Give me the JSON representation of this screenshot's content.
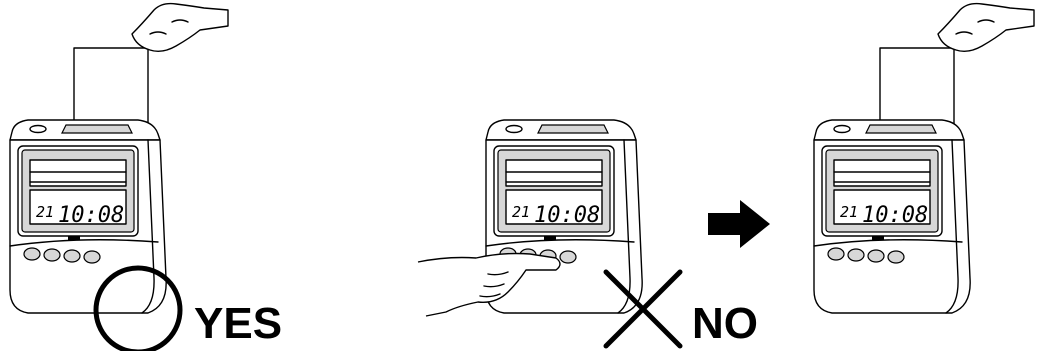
{
  "panels": [
    {
      "id": "left",
      "display_day": "21",
      "display_time": "10:08",
      "caption": "YES",
      "card_held": true,
      "button_pressed": false
    },
    {
      "id": "middle",
      "display_day": "21",
      "display_time": "10:08",
      "caption": "NO",
      "card_held": false,
      "button_pressed": true
    },
    {
      "id": "right",
      "display_day": "21",
      "display_time": "10:08",
      "caption": "",
      "card_held": true,
      "button_pressed": false
    }
  ],
  "icons": {
    "yes_marker": "circle-icon",
    "no_marker": "x-mark-icon",
    "sequence": "arrow-right-icon"
  },
  "colors": {
    "line": "#000000",
    "background": "#ffffff",
    "shade": "#d7d7d7"
  }
}
